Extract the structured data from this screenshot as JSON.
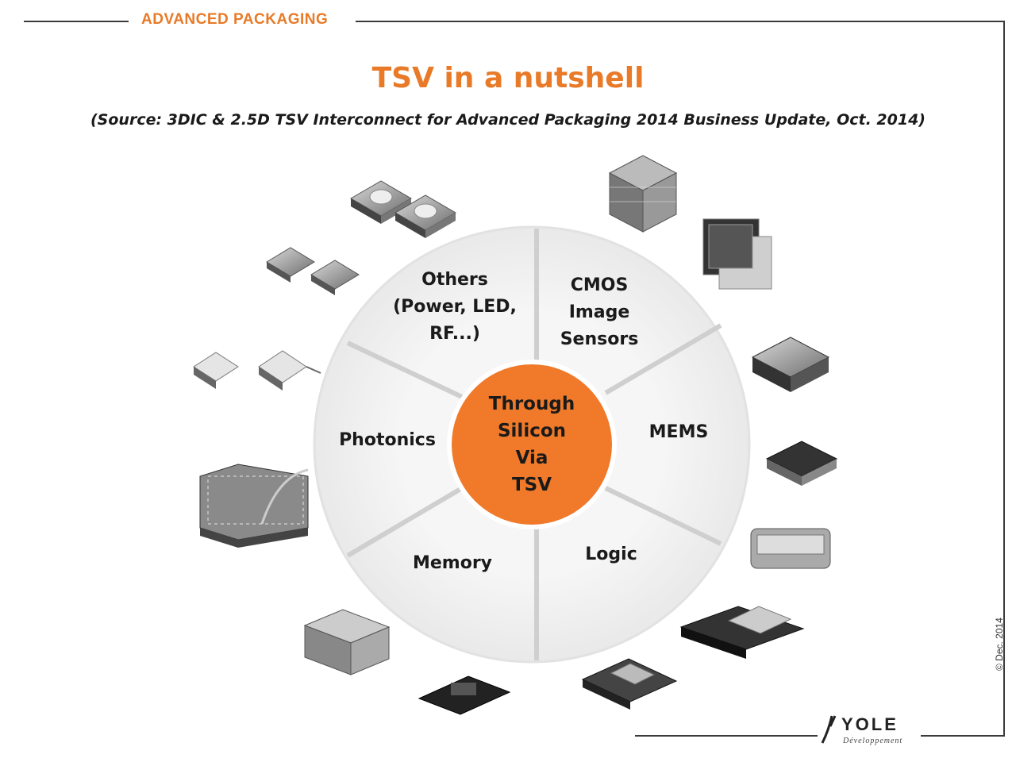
{
  "header": {
    "section_label": "ADVANCED PACKAGING"
  },
  "title": "TSV in a nutshell",
  "subtitle": "(Source: 3DIC & 2.5D TSV Interconnect for Advanced Packaging 2014 Business Update, Oct. 2014)",
  "diagram": {
    "center": "Through\nSilicon\nVia\nTSV",
    "segments": [
      {
        "label": "Others\n(Power, LED,\nRF...)"
      },
      {
        "label": "CMOS\nImage\nSensors"
      },
      {
        "label": "MEMS"
      },
      {
        "label": "Logic"
      },
      {
        "label": "Memory"
      },
      {
        "label": "Photonics"
      }
    ],
    "colors": {
      "center": "#f07a2a",
      "disk": "#f3f3f3",
      "divider": "#cfcfcf"
    }
  },
  "copyright": "© Dec. 2014",
  "logo": {
    "name": "YOLE",
    "tagline": "Développement"
  }
}
